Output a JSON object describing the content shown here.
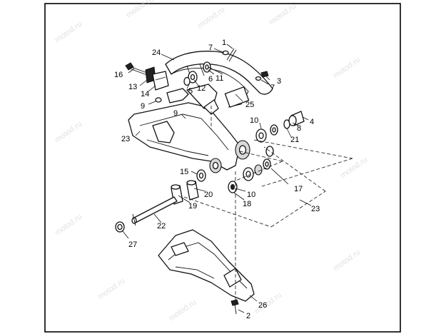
{
  "watermark": "motod.ru",
  "callouts": [
    {
      "n": "1"
    },
    {
      "n": "7"
    },
    {
      "n": "24"
    },
    {
      "n": "16"
    },
    {
      "n": "6"
    },
    {
      "n": "11"
    },
    {
      "n": "3"
    },
    {
      "n": "7"
    },
    {
      "n": "13"
    },
    {
      "n": "5"
    },
    {
      "n": "12"
    },
    {
      "n": "14"
    },
    {
      "n": "9"
    },
    {
      "n": "25"
    },
    {
      "n": "9"
    },
    {
      "n": "10"
    },
    {
      "n": "4"
    },
    {
      "n": "8"
    },
    {
      "n": "23"
    },
    {
      "n": "21"
    },
    {
      "n": "15"
    },
    {
      "n": "20"
    },
    {
      "n": "10"
    },
    {
      "n": "17"
    },
    {
      "n": "19"
    },
    {
      "n": "18"
    },
    {
      "n": "23"
    },
    {
      "n": "22"
    },
    {
      "n": "27"
    },
    {
      "n": "26"
    },
    {
      "n": "2"
    }
  ]
}
